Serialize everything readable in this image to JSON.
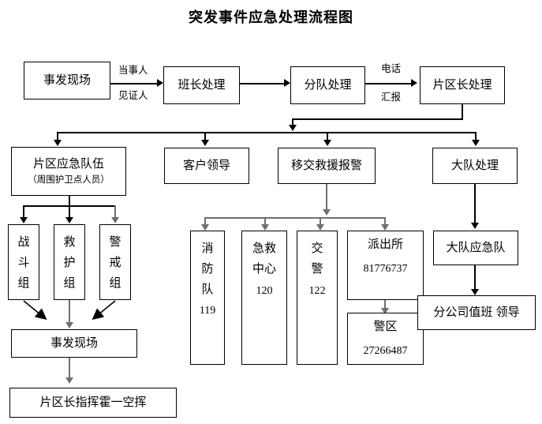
{
  "title": "突发事件应急处理流程图",
  "colors": {
    "line": "#000000",
    "line_gray": "#6f6f6f",
    "box_border": "#000000",
    "background": "#ffffff",
    "text": "#000000"
  },
  "row1": {
    "scene": "事发现场",
    "squad_leader": "班长处理",
    "detachment": "分队处理",
    "district_head": "片区长处理",
    "label_party": "当事人",
    "label_witness": "见证人",
    "label_phone": "电话",
    "label_report": "汇报"
  },
  "row2": {
    "emergency_team": "片区应急队伍",
    "emergency_team_sub": "（周围护卫点人员）",
    "client_leader": "客户领导",
    "transfer_rescue": "移交救援报警",
    "brigade": "大队处理"
  },
  "teams": [
    {
      "name": "战斗组",
      "chars": [
        "战",
        "斗",
        "组"
      ]
    },
    {
      "name": "救护组",
      "chars": [
        "救",
        "护",
        "组"
      ]
    },
    {
      "name": "警戒组",
      "chars": [
        "警",
        "戒",
        "组"
      ]
    }
  ],
  "services": [
    {
      "name": "消防队",
      "chars": [
        "消",
        "防",
        "队"
      ],
      "number": "119"
    },
    {
      "name": "急救中心",
      "chars": [
        "急救",
        "中心"
      ],
      "number": "120"
    },
    {
      "name": "交警",
      "chars": [
        "交",
        "警"
      ],
      "number": "122"
    }
  ],
  "police": {
    "station_name": "派出所",
    "station_number": "81776737",
    "zone_name": "警区",
    "zone_number": "27266487"
  },
  "brigade_chain": {
    "brigade_team": "大队应急队",
    "branch_duty_leader": "分公司值班 领导"
  },
  "bottom": {
    "scene": "事发现场",
    "command": "片区长指挥霍一空挥"
  }
}
